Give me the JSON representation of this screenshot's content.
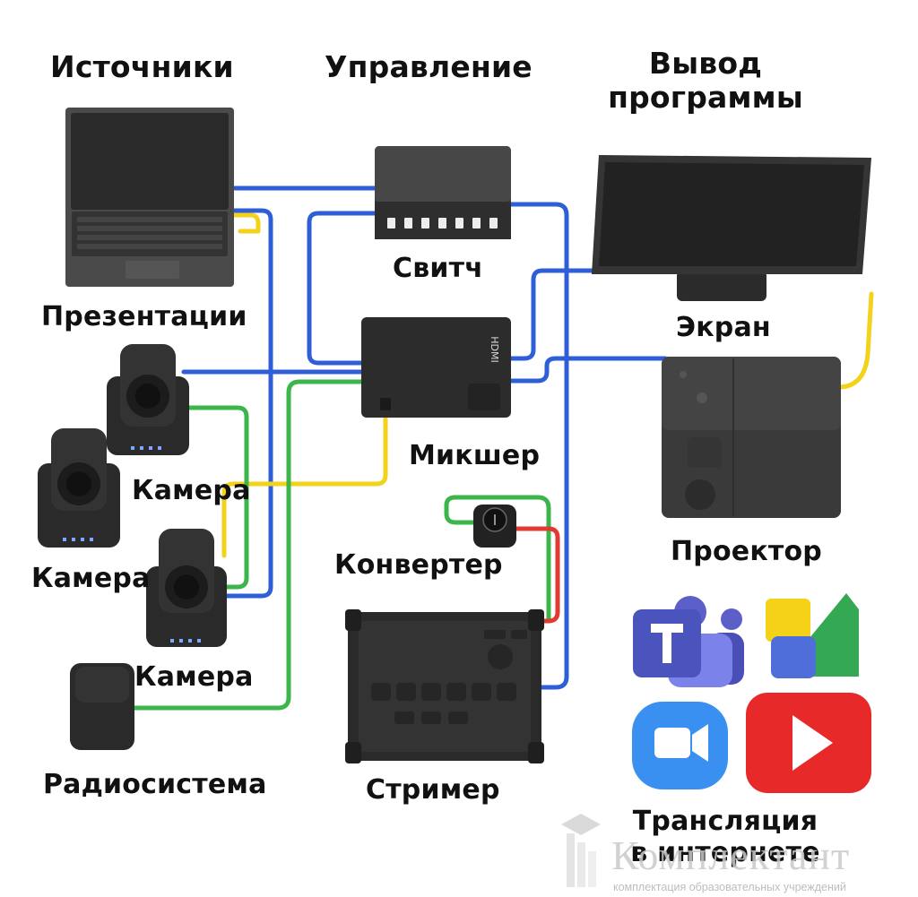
{
  "headers": {
    "sources": "Источники",
    "control": "Управление",
    "output": "Вывод программы"
  },
  "devices": {
    "laptop": "Презентации",
    "switch": "Свитч",
    "mixer": "Микшер",
    "screen": "Экран",
    "projector": "Проектор",
    "camera_1": "Камера",
    "camera_2": "Камера",
    "camera_3": "Камера",
    "converter": "Конвертер",
    "radio": "Радиосистема",
    "streamer": "Стример",
    "broadcast": "Трансляция в интернете"
  },
  "mixer_marking": "HDMI",
  "platforms": [
    "teams-icon",
    "google-meet-icon",
    "zoom-icon",
    "youtube-icon"
  ],
  "cable_colors": {
    "blue": "#2f5fd6",
    "yellow": "#f2d21a",
    "green": "#3cb54a",
    "red": "#e23a33"
  },
  "watermark": {
    "name": "Комплектант",
    "tagline": "комплектация образовательных учреждений"
  }
}
